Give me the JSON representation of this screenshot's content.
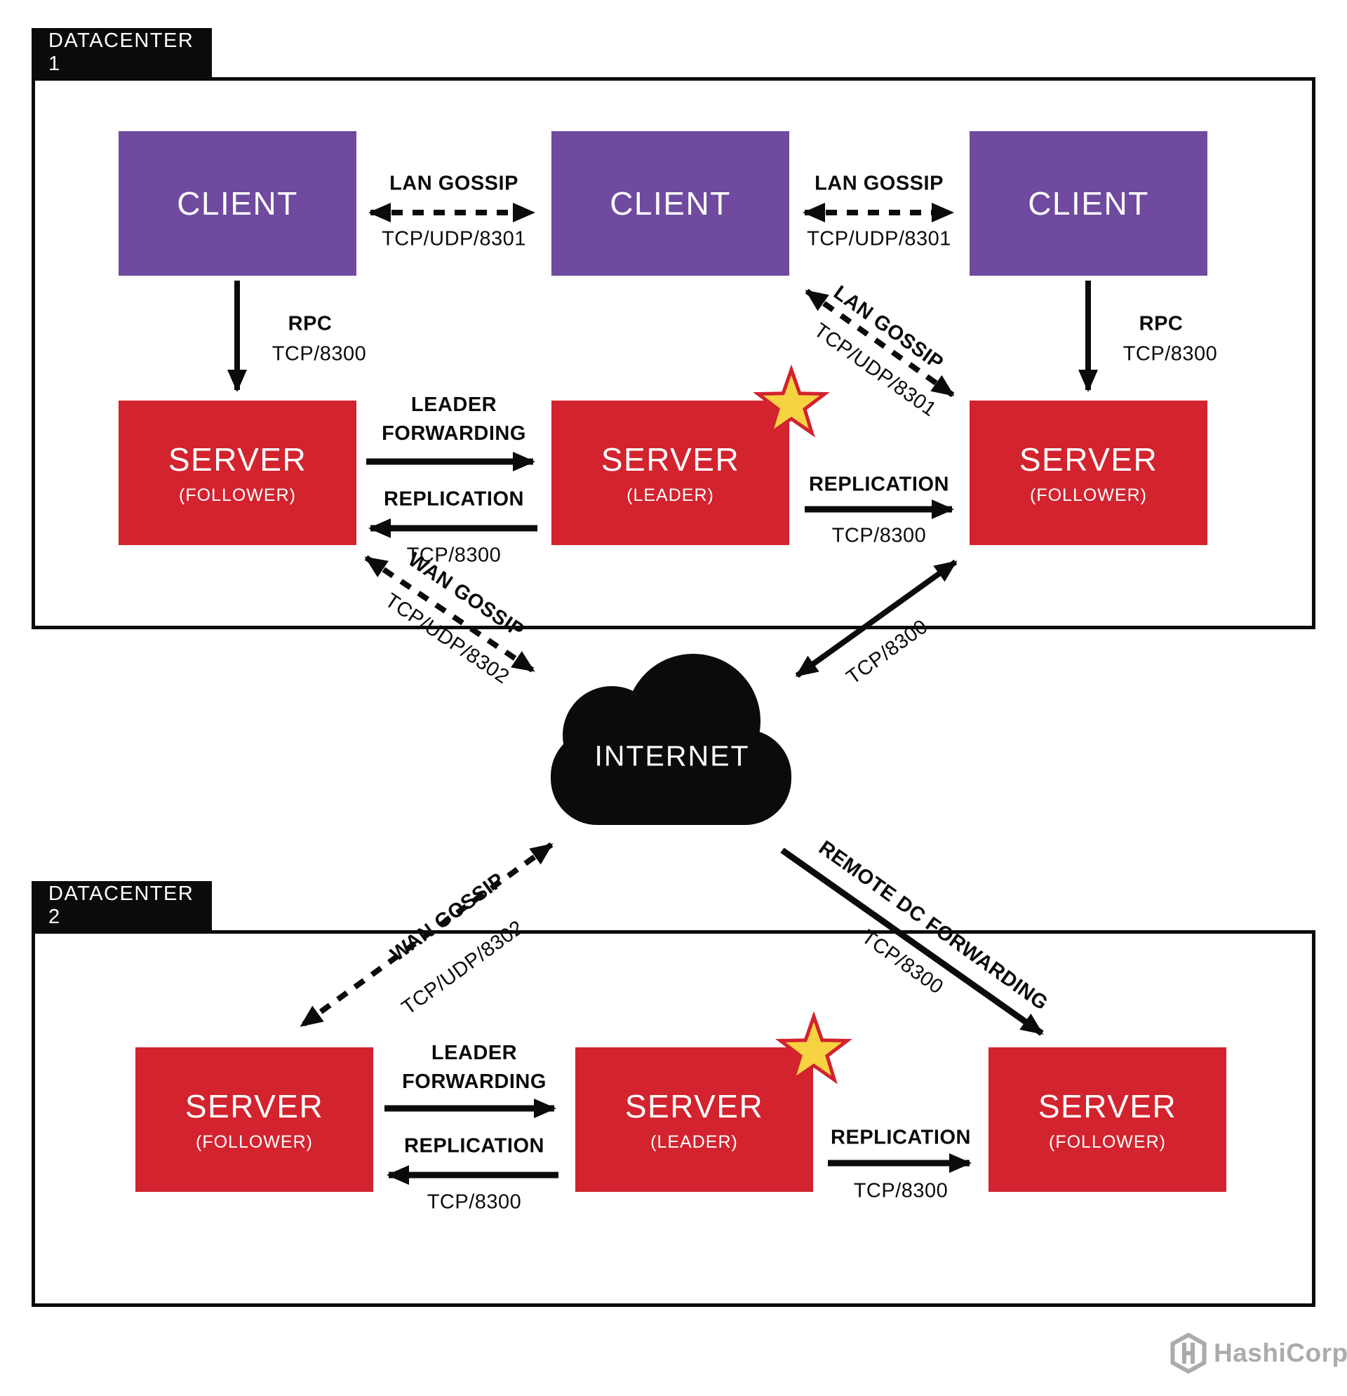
{
  "colors": {
    "client_purple": "#6F4A9F",
    "server_red": "#D2232E",
    "ink_black": "#0b0b0b",
    "star_yellow": "#F7D341",
    "logo_gray": "#A9ABAE"
  },
  "datacenter1": {
    "label": "DATACENTER 1",
    "clients": [
      {
        "label": "CLIENT"
      },
      {
        "label": "CLIENT"
      },
      {
        "label": "CLIENT"
      }
    ],
    "servers": [
      {
        "label": "SERVER",
        "role": "(FOLLOWER)"
      },
      {
        "label": "SERVER",
        "role": "(LEADER)"
      },
      {
        "label": "SERVER",
        "role": "(FOLLOWER)"
      }
    ]
  },
  "datacenter2": {
    "label": "DATACENTER 2",
    "servers": [
      {
        "label": "SERVER",
        "role": "(FOLLOWER)"
      },
      {
        "label": "SERVER",
        "role": "(LEADER)"
      },
      {
        "label": "SERVER",
        "role": "(FOLLOWER)"
      }
    ]
  },
  "internet": {
    "label": "INTERNET"
  },
  "connections": {
    "lan_gossip_1": {
      "label": "LAN GOSSIP",
      "port": "TCP/UDP/8301"
    },
    "lan_gossip_2": {
      "label": "LAN GOSSIP",
      "port": "TCP/UDP/8301"
    },
    "lan_gossip_diag": {
      "label": "LAN GOSSIP",
      "port": "TCP/UDP/8301"
    },
    "rpc_left": {
      "label": "RPC",
      "port": "TCP/8300"
    },
    "rpc_right": {
      "label": "RPC",
      "port": "TCP/8300"
    },
    "leader_forwarding_dc1": {
      "label": "LEADER FORWARDING"
    },
    "replication_dc1_left": {
      "label": "REPLICATION",
      "port": "TCP/8300"
    },
    "replication_dc1_right": {
      "label": "REPLICATION",
      "port": "TCP/8300"
    },
    "wan_gossip_dc1": {
      "label": "WAN GOSSIP",
      "port": "TCP/UDP/8302"
    },
    "internet_link": {
      "port": "TCP/8300"
    },
    "wan_gossip_dc2": {
      "label": "WAN GOSSIP",
      "port": "TCP/UDP/8302"
    },
    "remote_dc_forwarding": {
      "label": "REMOTE DC FORWARDING",
      "port": "TCP/8300"
    },
    "leader_forwarding_dc2": {
      "label": "LEADER FORWARDING"
    },
    "replication_dc2_left": {
      "label": "REPLICATION",
      "port": "TCP/8300"
    },
    "replication_dc2_right": {
      "label": "REPLICATION",
      "port": "TCP/8300"
    }
  },
  "footer": {
    "brand": "HashiCorp"
  }
}
